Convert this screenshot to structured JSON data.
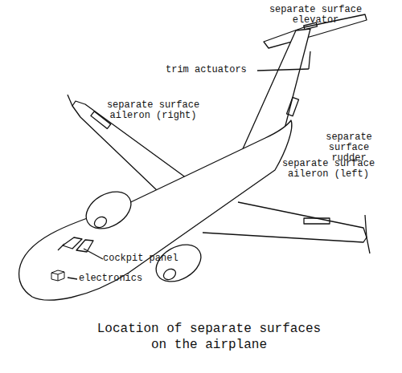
{
  "diagram": {
    "caption": "Location of separate surfaces on the airplane",
    "labels": [
      "separate surface elevator",
      "trim actuators",
      "separate surface aileron (right)",
      "separate surface rudder",
      "separate surface aileron (left)",
      "cockpit panel",
      "electronics"
    ]
  }
}
